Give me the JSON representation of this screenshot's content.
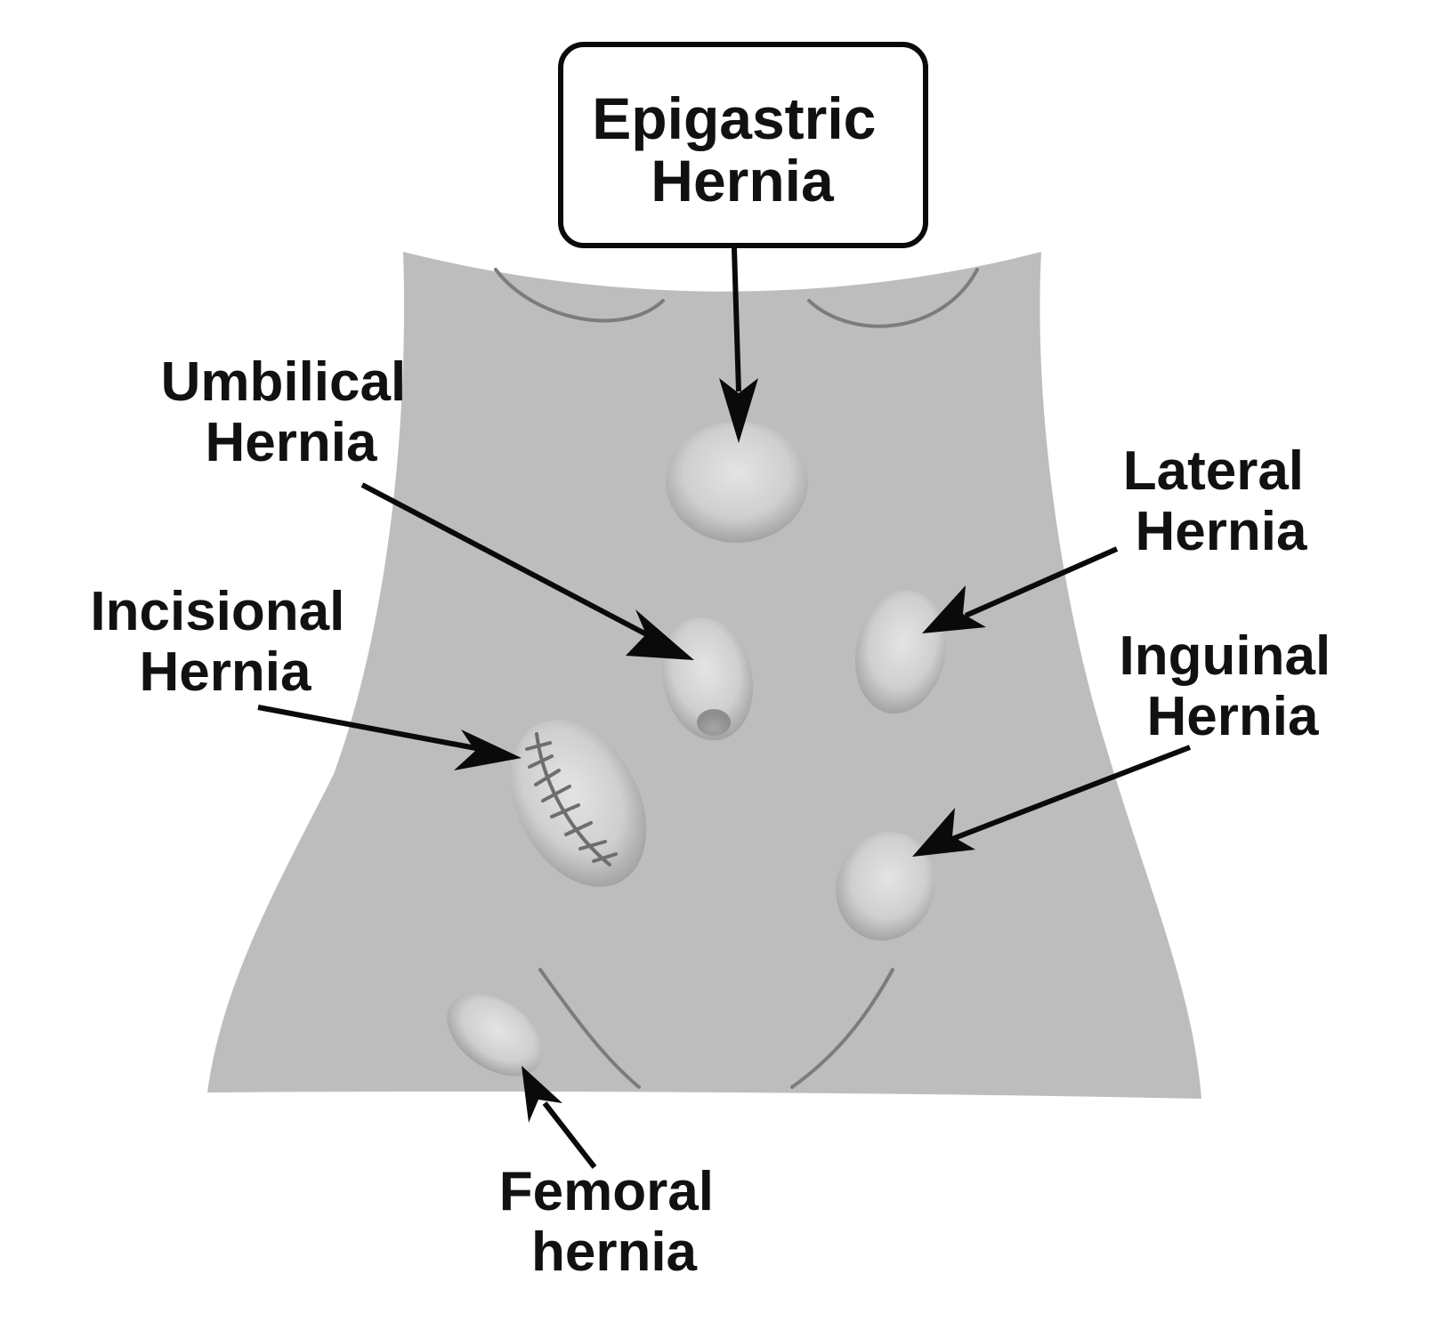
{
  "title": {
    "line1": "Epigastric",
    "line2": "Hernia"
  },
  "labels": {
    "umbilical": {
      "line1": "Umbilical",
      "line2": "Hernia"
    },
    "incisional": {
      "line1": "Incisional",
      "line2": "Hernia"
    },
    "lateral": {
      "line1": "Lateral",
      "line2": "Hernia"
    },
    "inguinal": {
      "line1": "Inguinal",
      "line2": "Hernia"
    },
    "femoral": {
      "line1": "Femoral",
      "line2": "hernia"
    }
  },
  "colors": {
    "torso": "#bdbdbd",
    "bulge": "#d2d2d2",
    "text": "#111111",
    "background": "#ffffff"
  }
}
